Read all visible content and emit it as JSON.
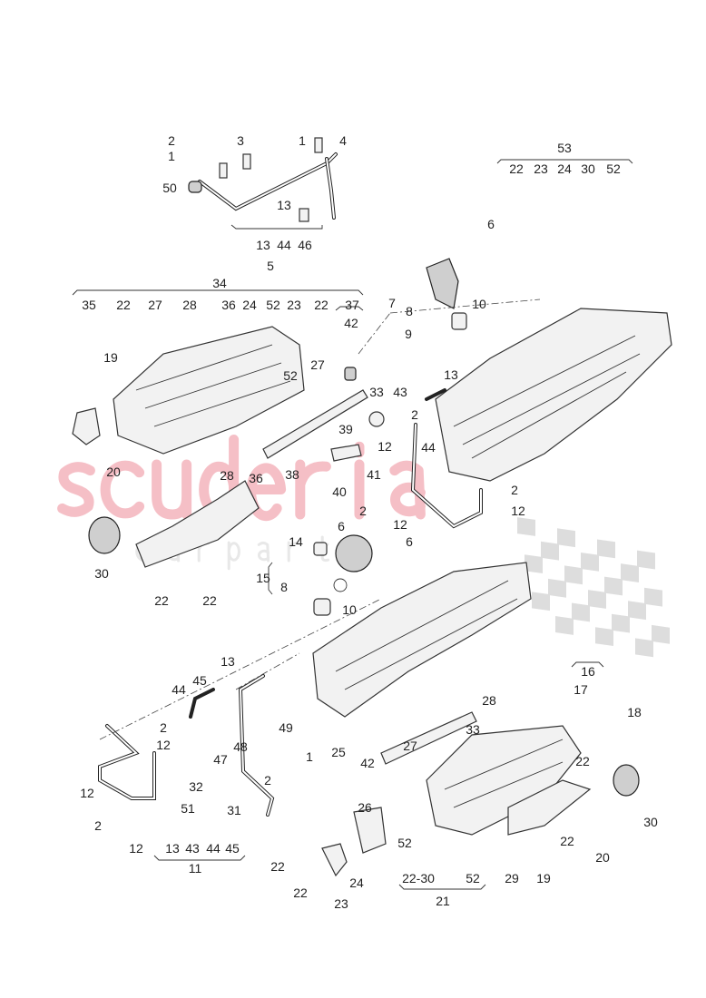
{
  "watermark": {
    "brand": "scuderia",
    "sub": "c a r p a r t s",
    "brand_color": "#f4b5bd",
    "flag_color": "#d8d8d8"
  },
  "labels": [
    "2",
    "1",
    "3",
    "1",
    "4",
    "50",
    "13",
    "13",
    "44",
    "46",
    "5",
    "53",
    "22",
    "23",
    "24",
    "30",
    "52",
    "6",
    "7",
    "8",
    "9",
    "10",
    "34",
    "35",
    "22",
    "27",
    "28",
    "36",
    "24",
    "52",
    "23",
    "22",
    "37",
    "42",
    "19",
    "52",
    "27",
    "13",
    "43",
    "33",
    "2",
    "44",
    "39",
    "12",
    "20",
    "28",
    "36",
    "38",
    "41",
    "40",
    "2",
    "12",
    "2",
    "12",
    "30",
    "22",
    "22",
    "14",
    "6",
    "6",
    "15",
    "8",
    "10",
    "13",
    "44",
    "45",
    "2",
    "12",
    "49",
    "48",
    "47",
    "1",
    "25",
    "42",
    "27",
    "28",
    "33",
    "16",
    "17",
    "18",
    "22",
    "30",
    "20",
    "19",
    "22",
    "29",
    "21",
    "22-30",
    "52",
    "52",
    "26",
    "24",
    "23",
    "22",
    "22",
    "2",
    "32",
    "51",
    "31",
    "12",
    "2",
    "12",
    "13",
    "43",
    "44",
    "45",
    "11"
  ]
}
